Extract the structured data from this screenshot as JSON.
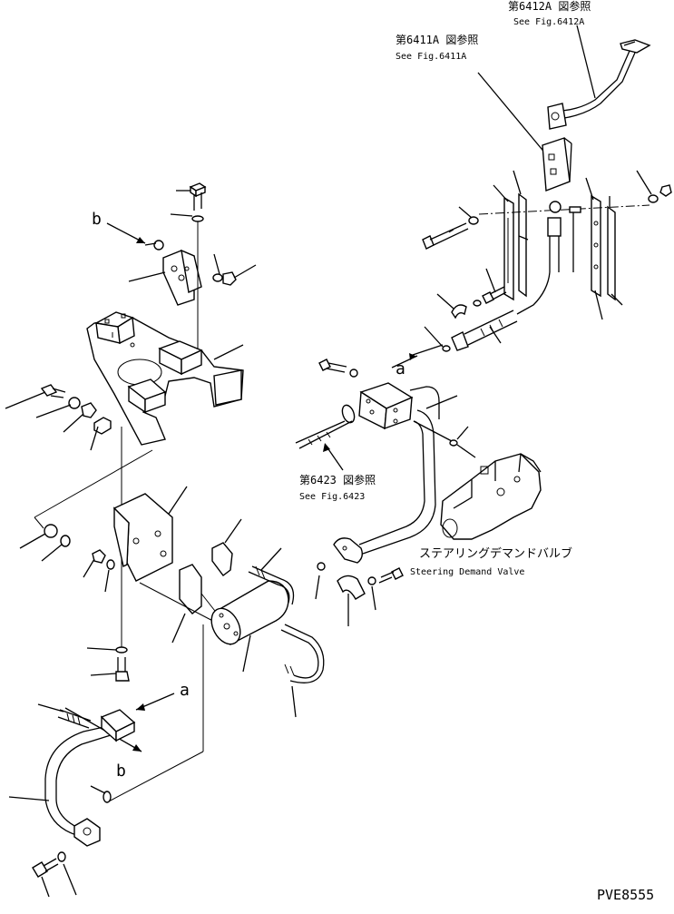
{
  "references": {
    "fig_6412a_jp": "第6412A 図参照",
    "fig_6412a_en": "See Fig.6412A",
    "fig_6411a_jp": "第6411A 図参照",
    "fig_6411a_en": "See Fig.6411A",
    "fig_6423_jp": "第6423 図参照",
    "fig_6423_en": "See Fig.6423"
  },
  "valve": {
    "name_jp": "ステアリングデマンドバルブ",
    "name_en": "Steering Demand Valve"
  },
  "markers": {
    "a": "a",
    "b": "b"
  },
  "drawing_number": "PVE8555"
}
